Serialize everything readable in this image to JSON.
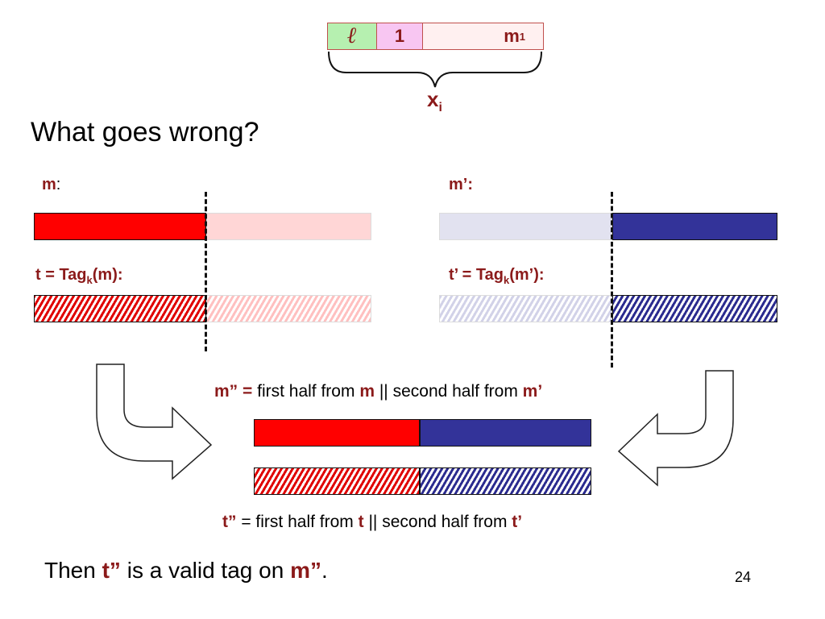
{
  "header_block": {
    "cell_l": "ℓ",
    "cell_1": "1",
    "cell_m": "m",
    "cell_m_sub": "1",
    "brace_label": "x",
    "brace_label_sub": "i"
  },
  "title": "What goes wrong?",
  "left": {
    "m_label": "m",
    "m_colon": ":",
    "t_label": "t = Tag",
    "t_sub": "k",
    "t_suffix": "(m):"
  },
  "right": {
    "m_label": "m’:",
    "t_label": "t’ = Tag",
    "t_sub": "k",
    "t_suffix": "(m’):"
  },
  "combined": {
    "m_caption_prefix": "m” =",
    "m_caption_text1": " first half from ",
    "m_caption_b1": "m",
    "m_caption_text2": " || second half from ",
    "m_caption_b2": "m’",
    "t_caption_prefix": "t”",
    "t_caption_text1": " = first half from ",
    "t_caption_b1": "t",
    "t_caption_text2": " || second half from ",
    "t_caption_b2": "t’"
  },
  "conclusion": {
    "text1": "Then ",
    "b1": "t”",
    "text2": " is a valid tag on ",
    "b2": "m”",
    "text3": "."
  },
  "page_number": "24",
  "colors": {
    "accent_text": "#8b1a1a",
    "red": "#ff0000",
    "blue": "#333399"
  }
}
